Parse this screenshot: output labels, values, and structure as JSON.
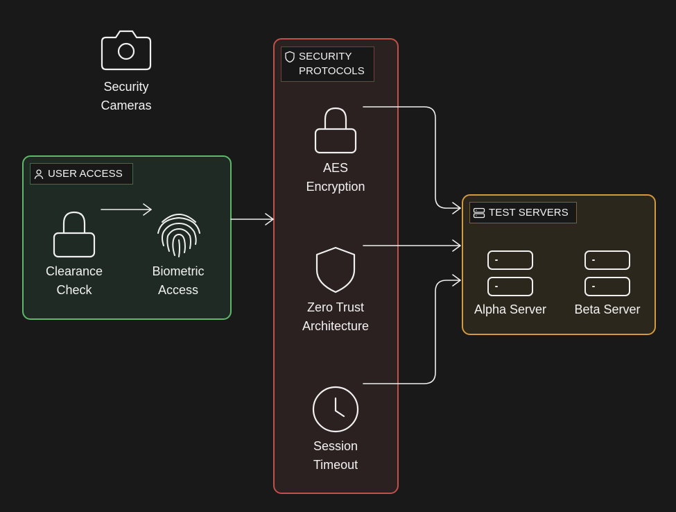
{
  "groups": {
    "user_access": {
      "title": "USER ACCESS",
      "color": "#5fb86c"
    },
    "security_protocols": {
      "title": "SECURITY\nPROTOCOLS",
      "color": "#c0514b"
    },
    "test_servers": {
      "title": "TEST SERVERS",
      "color": "#d49a3c"
    }
  },
  "nodes": {
    "security_cameras": {
      "label": "Security\nCameras",
      "icon": "camera-icon"
    },
    "clearance_check": {
      "label": "Clearance\nCheck",
      "icon": "lock-icon"
    },
    "biometric_access": {
      "label": "Biometric\nAccess",
      "icon": "fingerprint-icon"
    },
    "aes_encryption": {
      "label": "AES\nEncryption",
      "icon": "lock-icon"
    },
    "zero_trust": {
      "label": "Zero Trust\nArchitecture",
      "icon": "shield-icon"
    },
    "session_timeout": {
      "label": "Session\nTimeout",
      "icon": "clock-icon"
    },
    "alpha_server": {
      "label": "Alpha Server",
      "icon": "server-icon"
    },
    "beta_server": {
      "label": "Beta Server",
      "icon": "server-icon"
    }
  },
  "edges": [
    {
      "from": "clearance_check",
      "to": "biometric_access"
    },
    {
      "from": "user_access",
      "to": "security_protocols"
    },
    {
      "from": "aes_encryption",
      "to": "test_servers"
    },
    {
      "from": "zero_trust",
      "to": "test_servers"
    },
    {
      "from": "session_timeout",
      "to": "test_servers"
    }
  ],
  "colors": {
    "background": "#1a1919",
    "line": "#f0f0f0"
  }
}
